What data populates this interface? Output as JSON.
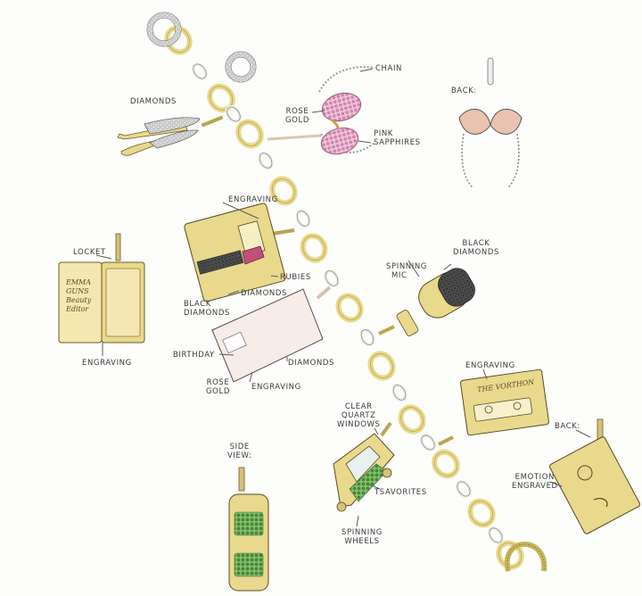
{
  "labels": {
    "chain": "CHAIN",
    "diamonds_top": "DIAMONDS",
    "rose_gold_top_1": "ROSE",
    "rose_gold_top_2": "GOLD",
    "pink_sapphires_1": "PINK",
    "pink_sapphires_2": "SAPPHIRES",
    "back_top": "BACK:",
    "engraving_lipstick": "ENGRAVING",
    "rubies": "RUBIES",
    "diamonds_lipstick": "DIAMONDS",
    "black_diamonds_left_1": "BLACK",
    "black_diamonds_left_2": "DIAMONDS",
    "locket": "LOCKET",
    "engraving_locket": "ENGRAVING",
    "spinning_mic_1": "SPINNING",
    "spinning_mic_2": "MIC",
    "black_diamonds_mic_1": "BLACK",
    "black_diamonds_mic_2": "DIAMONDS",
    "birthday": "BIRTHDAY",
    "rose_gold_ticket_1": "ROSE",
    "rose_gold_ticket_2": "GOLD",
    "engraving_ticket": "ENGRAVING",
    "diamonds_ticket": "DIAMONDS",
    "engraving_cassette": "ENGRAVING",
    "back_right": "BACK:",
    "emotion_engraved_1": "EMOTION",
    "emotion_engraved_2": "ENGRAVED",
    "clear_quartz_1": "CLEAR",
    "clear_quartz_2": "QUARTZ",
    "clear_quartz_3": "WINDOWS",
    "tsavorites": "TSAVORITES",
    "spinning_wheels_1": "SPINNING",
    "spinning_wheels_2": "WHEELS",
    "side_view_1": "SIDE",
    "side_view_2": "VIEW:"
  },
  "engravings": {
    "locket_1": "EMMA",
    "locket_2": "GUNS",
    "locket_3": "Beauty",
    "locket_4": "Editor",
    "cassette": "THE VORTHON"
  },
  "colors": {
    "gold": "#e9d98c",
    "gold_dark": "#b9a54e",
    "silver": "#cfcfcf",
    "pink": "#e9a9c9",
    "rose": "#f0d6cc",
    "green": "#5c9a4a",
    "black_stone": "#3a3a3a",
    "ruby": "#c0507a"
  }
}
